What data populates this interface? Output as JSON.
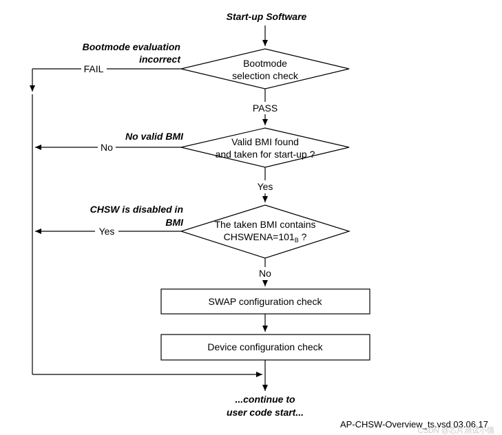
{
  "title": "Start-up Software",
  "decisions": {
    "bootmode": {
      "line1": "Bootmode",
      "line2": "selection check"
    },
    "valid_bmi": {
      "line1": "Valid BMI found",
      "line2": "and taken for start-up ?"
    },
    "chswena": {
      "line1": "The taken BMI contains",
      "line2_main": "CHSWENA=101",
      "line2_sub": "B",
      "line2_end": " ?"
    }
  },
  "processes": {
    "swap": "SWAP configuration check",
    "device": "Device configuration check"
  },
  "edge_labels": {
    "fail": "FAIL",
    "pass": "PASS",
    "no1": "No",
    "yes1": "Yes",
    "yes2": "Yes",
    "no2": "No"
  },
  "annotations": {
    "bootmode_incorrect_1": "Bootmode evaluation",
    "bootmode_incorrect_2": "incorrect",
    "no_valid_bmi": "No valid BMI",
    "chsw_disabled_1": "CHSW is disabled in",
    "chsw_disabled_2": "BMI"
  },
  "end": {
    "line1": "...continue to",
    "line2": "user code start..."
  },
  "footer": {
    "file_label": "AP-CHSW-Overview_ts.vsd 03.06.17"
  },
  "watermark": "CSDN @芯片测试小情"
}
